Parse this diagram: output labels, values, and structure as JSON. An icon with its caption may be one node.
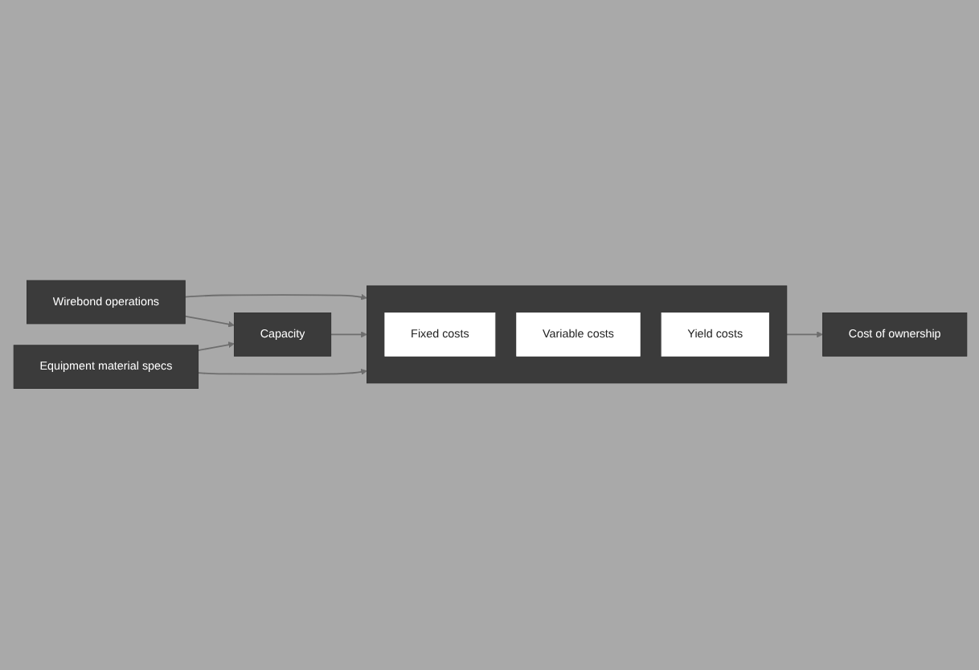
{
  "diagram": {
    "nodes": [
      {
        "text": [
          "Wirebond operations"
        ]
      },
      {
        "text": [
          "Equipment material specs"
        ]
      },
      {
        "text": [
          "Capacity"
        ]
      },
      {
        "text": [],
        "shape": "box"
      },
      {
        "text": [
          "Fixed costs"
        ],
        "in": 3
      },
      {
        "text": [
          "Variable costs"
        ],
        "in": 3
      },
      {
        "text": [
          "Yield costs"
        ],
        "in": 3
      },
      {
        "text": [
          "Cost of ownership"
        ]
      }
    ],
    "edges": [
      {
        "from": 0,
        "to": 3,
        "arrow": "to"
      },
      {
        "from": 0,
        "to": 2,
        "arrow": "to"
      },
      {
        "from": 2,
        "to": 3,
        "arrow": "to"
      },
      {
        "from": 1,
        "to": 2,
        "arrow": "to"
      },
      {
        "from": 1,
        "to": 3,
        "arrow": "to"
      },
      {
        "from": 3,
        "to": 7,
        "arrow": "to"
      }
    ]
  }
}
